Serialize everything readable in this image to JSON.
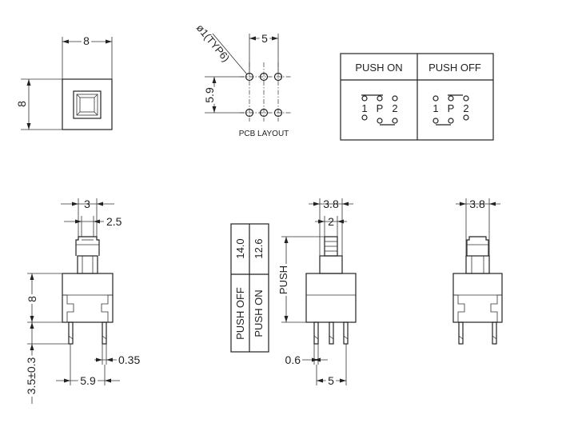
{
  "top_view": {
    "width": "8",
    "height": "8"
  },
  "pcb_layout": {
    "caption": "PCB LAYOUT",
    "hole_note": "ø1(TYP6)",
    "pitch_x": "5",
    "pitch_y": "5.9"
  },
  "switch_table": {
    "push_on": {
      "title": "PUSH ON",
      "pin1": "1",
      "pinP": "P",
      "pin2": "2"
    },
    "push_off": {
      "title": "PUSH OFF",
      "pin1": "1",
      "pinP": "P",
      "pin2": "2"
    }
  },
  "front_view": {
    "button_width": "3",
    "button_tip": "2.5",
    "body_height": "8",
    "pin_length": "3.5±0.3",
    "pin_thickness": "0.35",
    "pin_spacing": "5.9"
  },
  "height_table": {
    "row1": {
      "label": "PUSH OFF",
      "value": "14.0"
    },
    "row2": {
      "label": "PUSH ON",
      "value": "12.6"
    }
  },
  "side_view": {
    "stem_width": "3.8",
    "stem_tip": "2",
    "push_label": "PUSH",
    "pin_width": "0.6",
    "pin_spacing": "5"
  },
  "back_view": {
    "stem_width": "3.8"
  }
}
